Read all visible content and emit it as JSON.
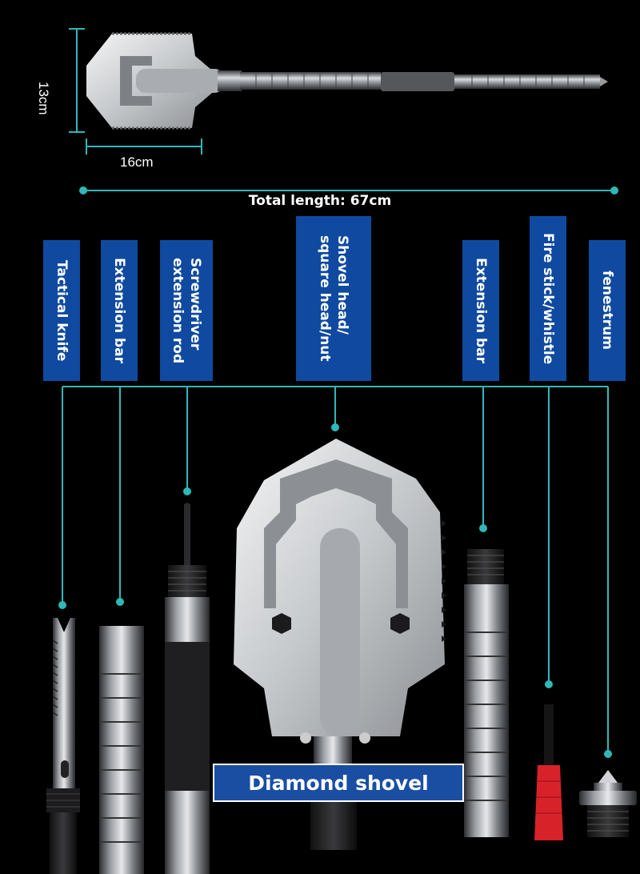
{
  "dimensions": {
    "height": "13cm",
    "width": "16cm",
    "total": "Total length: 67cm"
  },
  "labels": [
    {
      "id": "tactical-knife",
      "text": "Tactical knife"
    },
    {
      "id": "extension-bar-left",
      "text": "Extension bar"
    },
    {
      "id": "screwdriver",
      "text": "Screwdriver\nextension rod"
    },
    {
      "id": "shovel-head",
      "text": "Shovel head/\nsquare head/nut"
    },
    {
      "id": "extension-bar-right",
      "text": "Extension bar"
    },
    {
      "id": "fire-stick",
      "text": "Fire stick/whistle"
    },
    {
      "id": "fenestrum",
      "text": "fenestrum"
    }
  ],
  "banner": "Diamond shovel",
  "colors": {
    "accent_line": "#2fb8b8",
    "tag_bg": "#0f4aa0",
    "banner_bg": "#1a4ea3",
    "steel": "#b9bcc0",
    "fire_red": "#d8222a"
  }
}
